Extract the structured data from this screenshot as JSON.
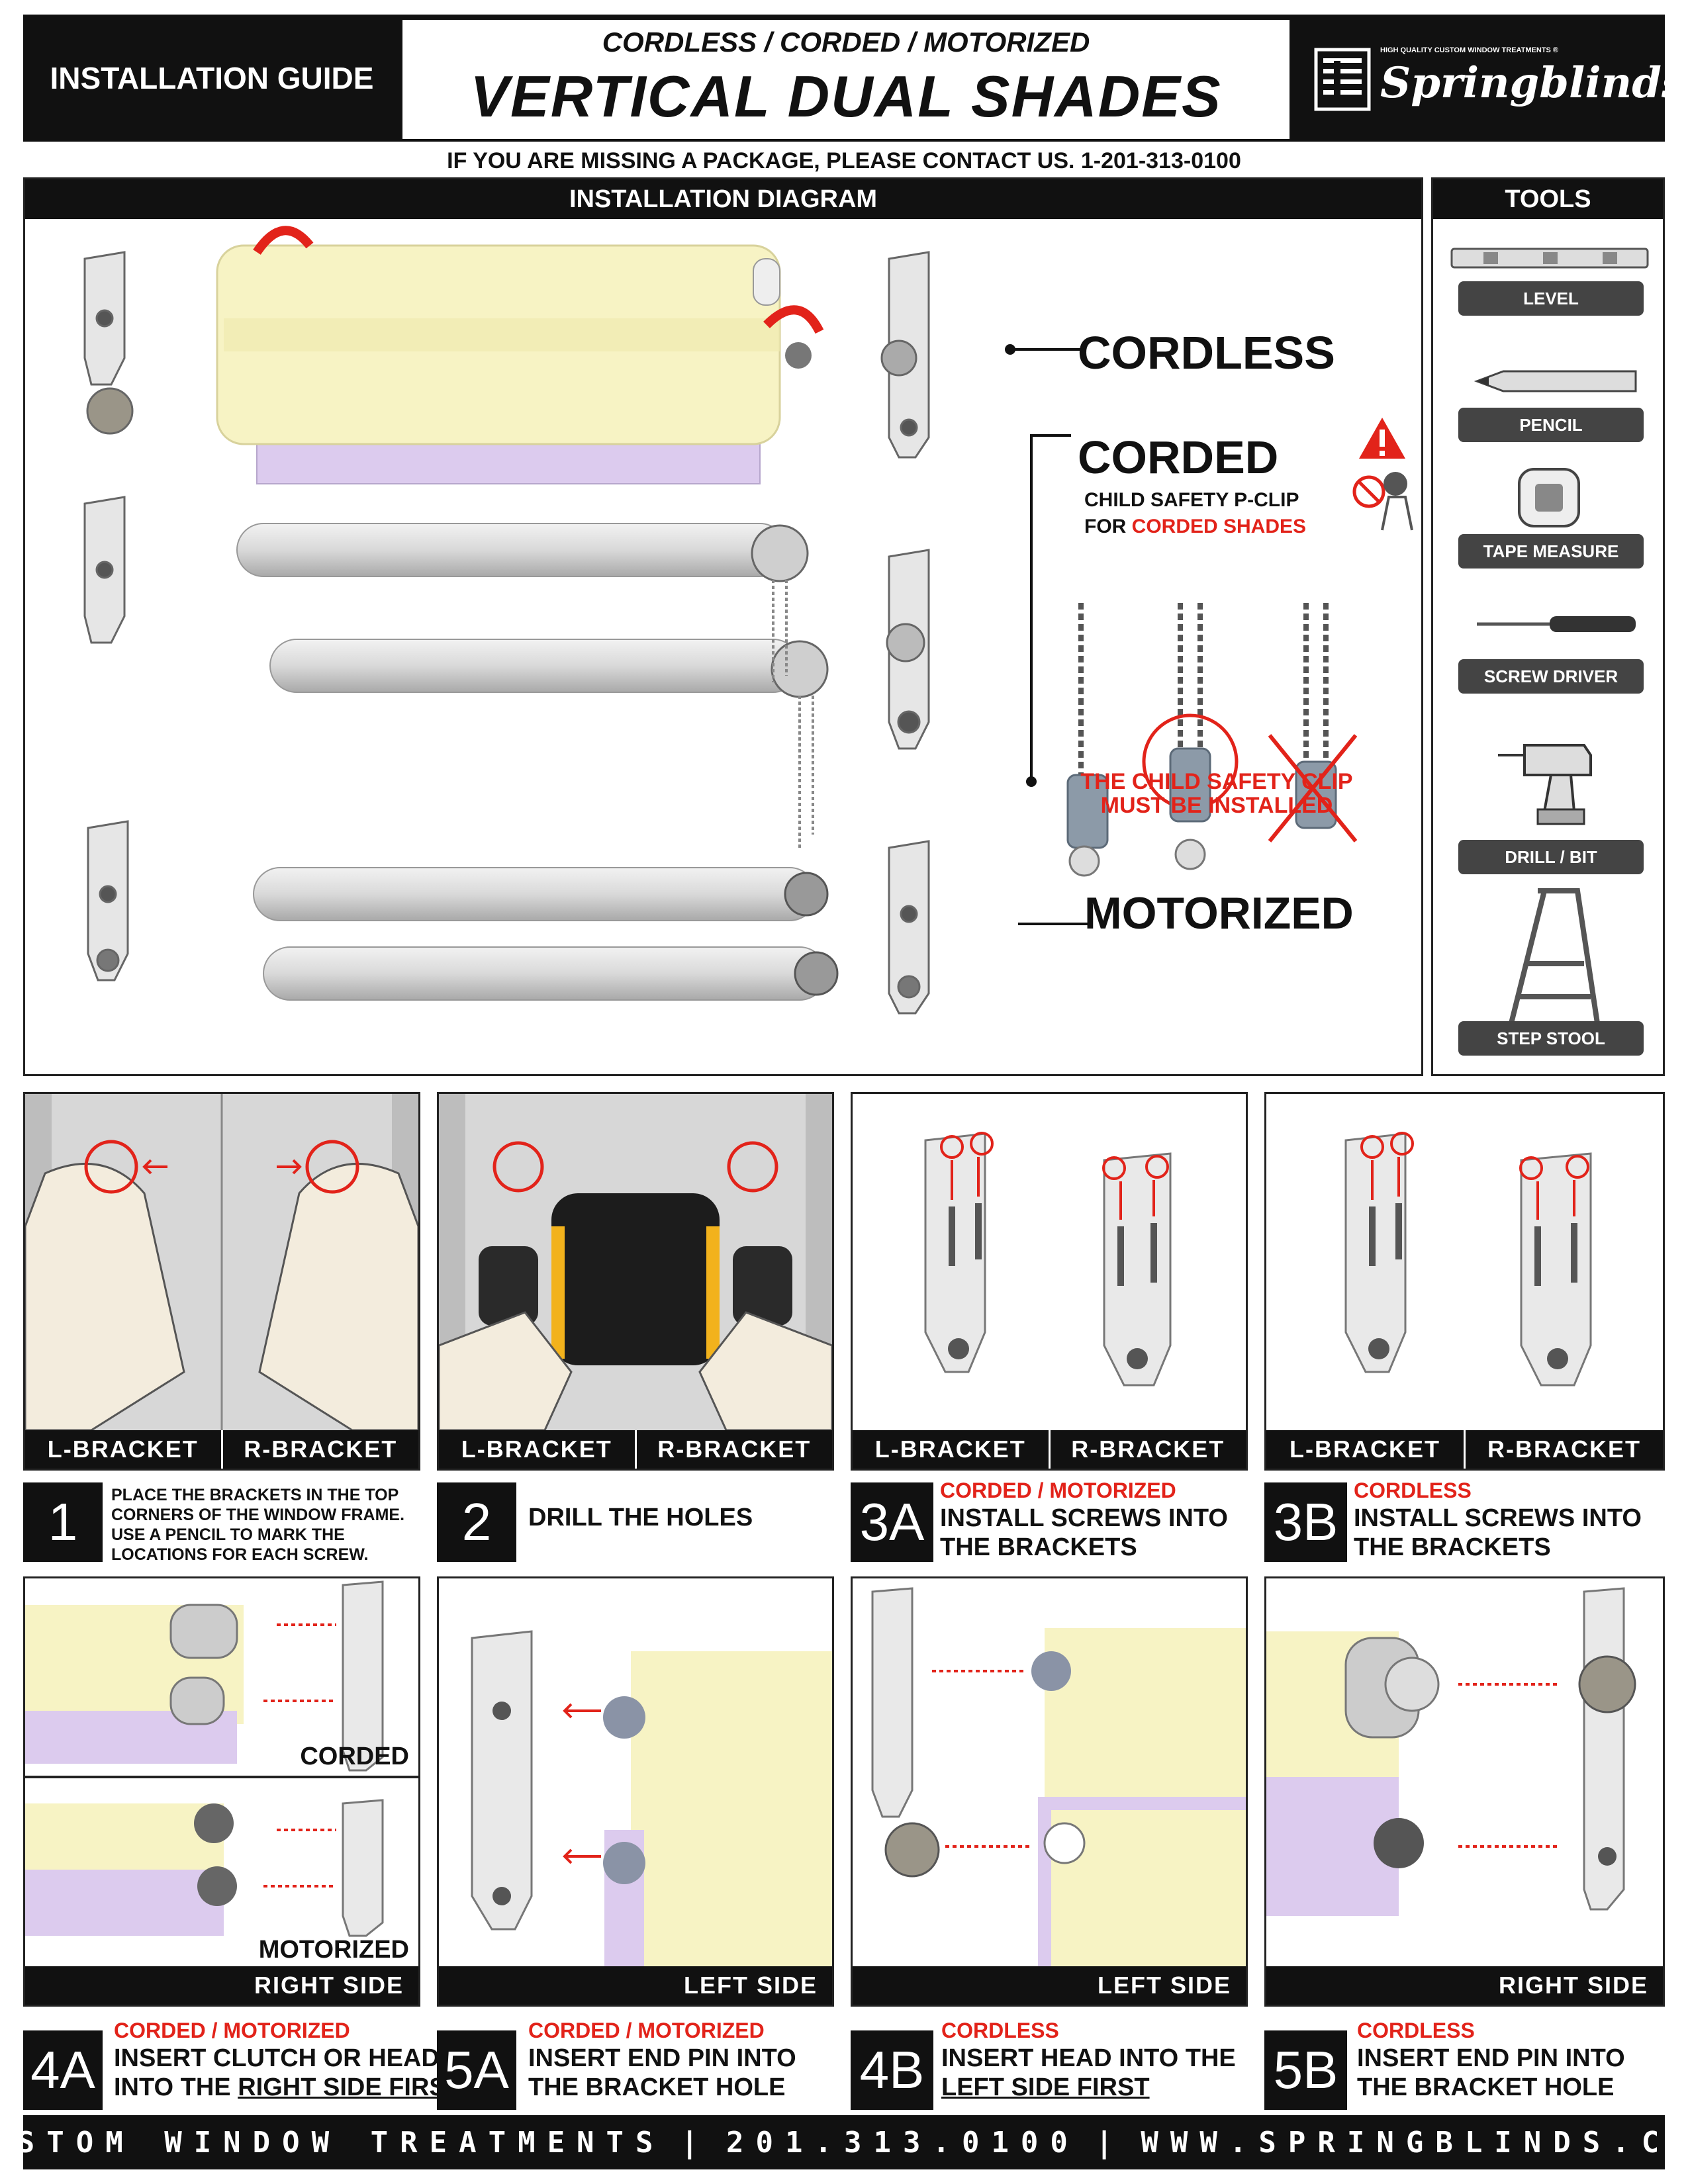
{
  "header": {
    "guide_label": "INSTALLATION GUIDE",
    "subtitle": "CORDLESS / CORDED / MOTORIZED",
    "title": "VERTICAL DUAL SHADES",
    "brand_tagline": "HIGH QUALITY CUSTOM WINDOW TREATMENTS ®",
    "brand": "Springblinds",
    "contact_notice": "IF YOU ARE MISSING A PACKAGE, PLEASE CONTACT US. 1-201-313-0100"
  },
  "diagram": {
    "title": "INSTALLATION DIAGRAM",
    "label_cordless": "CORDLESS",
    "label_corded": "CORDED",
    "clip_note_line1": "CHILD SAFETY P-CLIP",
    "clip_note_line2_prefix": "FOR",
    "clip_note_line2_red": "CORDED SHADES",
    "clip_warning_line1": "THE CHILD SAFETY CLIP",
    "clip_warning_line2": "MUST BE INSTALLED",
    "label_motorized": "MOTORIZED"
  },
  "tools": {
    "title": "TOOLS",
    "items": [
      "LEVEL",
      "PENCIL",
      "TAPE MEASURE",
      "SCREW DRIVER",
      "DRILL / BIT",
      "STEP STOOL"
    ]
  },
  "panels": {
    "bracket_left": "L-BRACKET",
    "bracket_right": "R-BRACKET",
    "corded": "CORDED",
    "motorized": "MOTORIZED",
    "right_side": "RIGHT SIDE",
    "left_side": "LEFT SIDE"
  },
  "steps": {
    "s1": {
      "num": "1",
      "text": "PLACE THE BRACKETS IN THE TOP CORNERS OF THE WINDOW FRAME. USE A PENCIL TO MARK THE LOCATIONS FOR EACH SCREW."
    },
    "s2": {
      "num": "2",
      "text": "DRILL THE HOLES"
    },
    "s3a": {
      "num": "3A",
      "tag": "CORDED / MOTORIZED",
      "line1": "INSTALL SCREWS INTO",
      "line2": "THE BRACKETS"
    },
    "s3b": {
      "num": "3B",
      "tag": "CORDLESS",
      "line1": "INSTALL SCREWS INTO",
      "line2": "THE BRACKETS"
    },
    "s4a": {
      "num": "4A",
      "tag": "CORDED / MOTORIZED",
      "line1": "INSERT CLUTCH OR HEAD",
      "line2_prefix": "INTO THE ",
      "line2_ul": "RIGHT SIDE FIRST"
    },
    "s5a": {
      "num": "5A",
      "tag": "CORDED / MOTORIZED",
      "line1": "INSERT END PIN INTO",
      "line2": "THE BRACKET HOLE"
    },
    "s4b": {
      "num": "4B",
      "tag": "CORDLESS",
      "line1": "INSERT HEAD INTO THE",
      "line2_ul": "LEFT SIDE FIRST"
    },
    "s5b": {
      "num": "5B",
      "tag": "CORDLESS",
      "line1": "INSERT END PIN INTO",
      "line2": "THE BRACKET HOLE"
    }
  },
  "footer": {
    "part1": "CUSTOM WINDOW TREATMENTS",
    "part2": "201.313.0100",
    "part3": "WWW.SPRINGBLINDS.COM",
    "separator": "|"
  },
  "colors": {
    "accent_red": "#e2231a",
    "yellow_fabric": "#f7f3c4",
    "lavender_fabric": "#dccbee",
    "black": "#111111"
  }
}
